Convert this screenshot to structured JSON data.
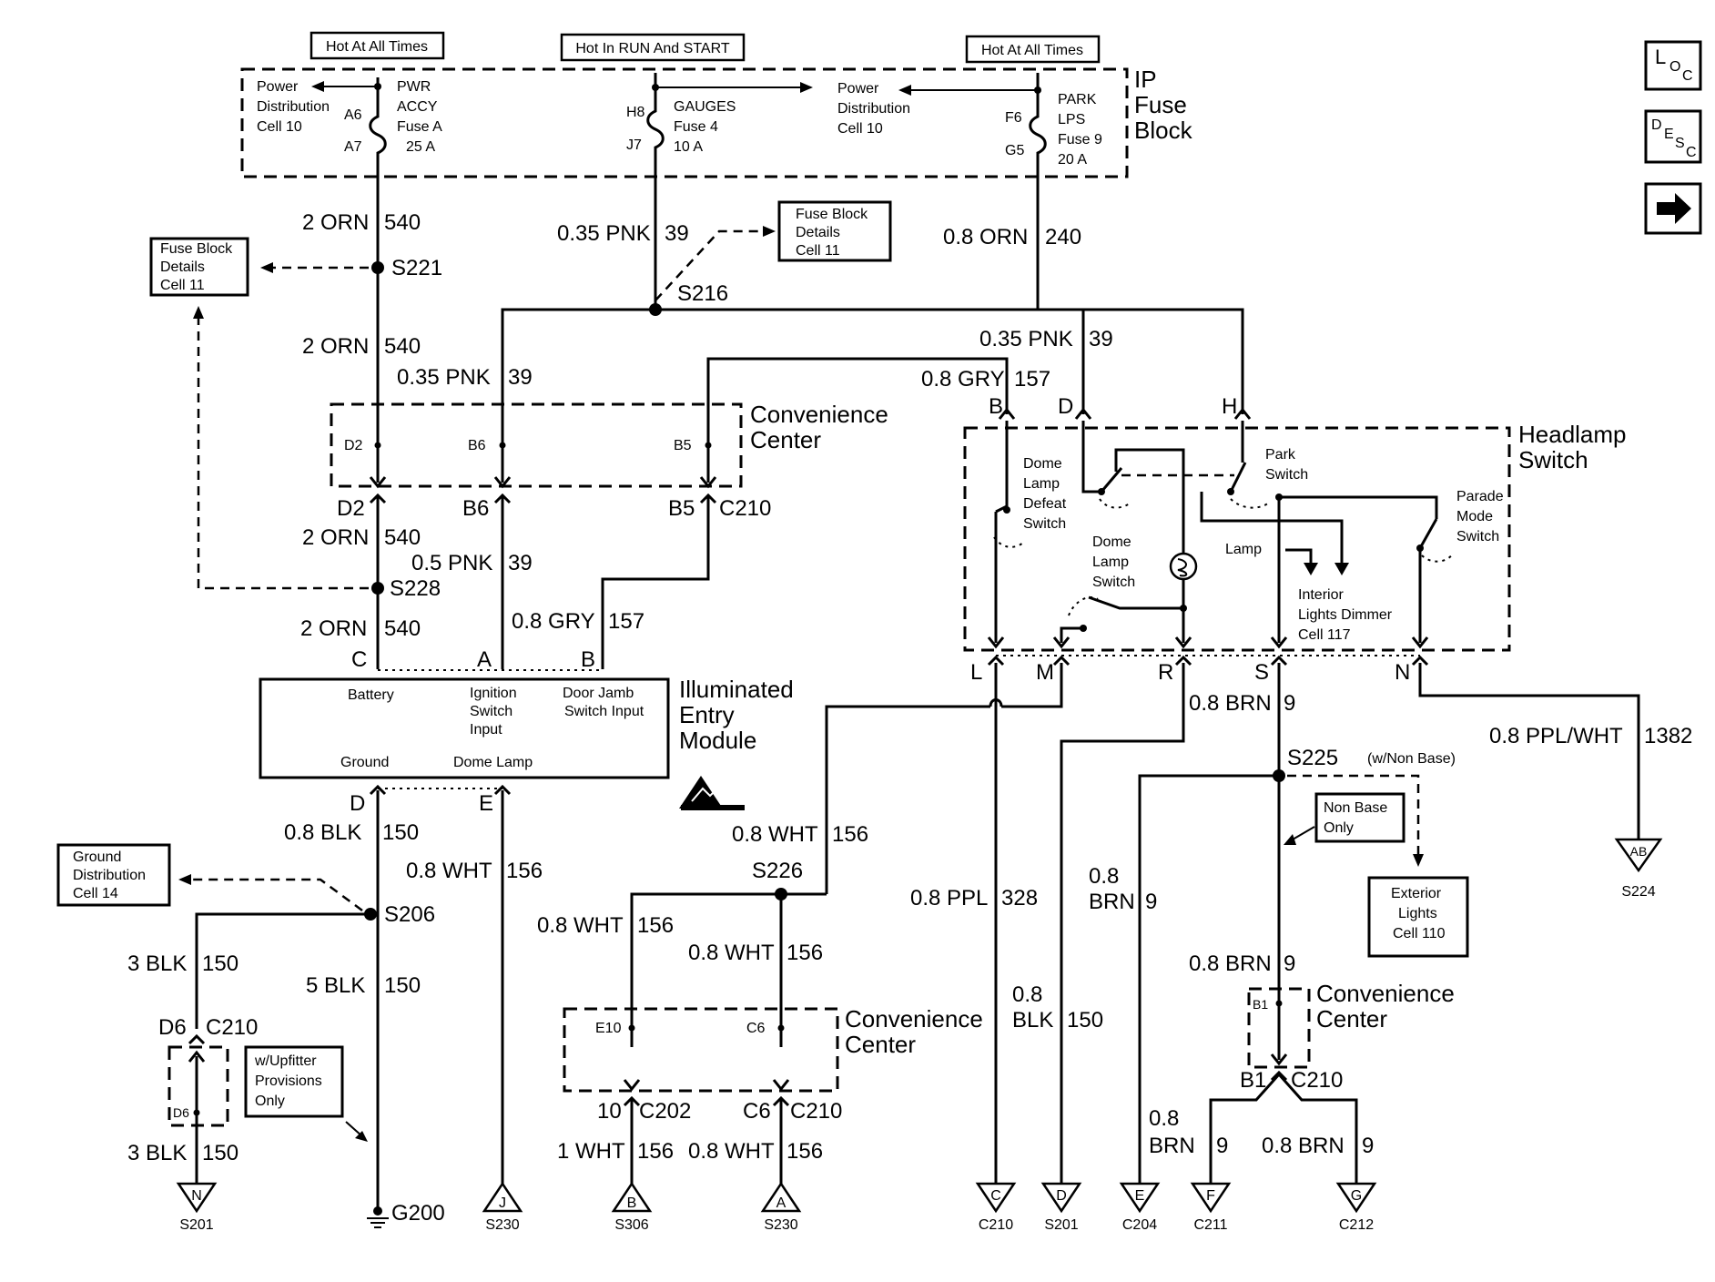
{
  "top_labels": {
    "hot_left": "Hot At All Times",
    "hot_run": "Hot In RUN And START",
    "hot_right": "Hot At All Times"
  },
  "fuse_block": {
    "title_1": "IP",
    "title_2": "Fuse",
    "title_3": "Block",
    "pd_left_1": "Power",
    "pd_left_2": "Distribution",
    "pd_left_3": "Cell 10",
    "pwr_accy_1": "PWR",
    "pwr_accy_2": "ACCY",
    "pwr_accy_3": "Fuse A",
    "pwr_accy_4": "25 A",
    "pin_a6": "A6",
    "pin_a7": "A7",
    "pin_h8": "H8",
    "pin_j7": "J7",
    "gauges_1": "GAUGES",
    "gauges_2": "Fuse 4",
    "gauges_3": "10 A",
    "pd_mid_1": "Power",
    "pd_mid_2": "Distribution",
    "pd_mid_3": "Cell 10",
    "pin_f6": "F6",
    "pin_g5": "G5",
    "park_1": "PARK",
    "park_2": "LPS",
    "park_3": "Fuse 9",
    "park_4": "20 A"
  },
  "wires": {
    "w1_size": "2 ORN",
    "w1_num": "540",
    "w2_size": "2 ORN",
    "w2_num": "540",
    "w3_size": "2 ORN",
    "w3_num": "540",
    "w4_size": "2 ORN",
    "w4_num": "540",
    "pnk1_size": "0.35 PNK",
    "pnk1_num": "39",
    "pnk2_size": "0.35 PNK",
    "pnk2_num": "39",
    "pnk3_size": "0.35 PNK",
    "pnk3_num": "39",
    "pnk4_size": "0.5 PNK",
    "pnk4_num": "39",
    "orn240_size": "0.8 ORN",
    "orn240_num": "240",
    "gry1_size": "0.8 GRY",
    "gry1_num": "157",
    "gry2_size": "0.8 GRY",
    "gry2_num": "157",
    "blk150_size": "0.8 BLK",
    "blk150_num": "150",
    "wht156_e_size": "0.8 WHT",
    "wht156_e_num": "156",
    "blk3_size": "3 BLK",
    "blk3_num": "150",
    "blk5_size": "5 BLK",
    "blk5_num": "150",
    "blk3b_size": "3 BLK",
    "blk3b_num": "150",
    "wht_m_size": "0.8 WHT",
    "wht_m_num": "156",
    "wht_a_size": "0.8 WHT",
    "wht_a_num": "156",
    "wht_b_size": "0.8 WHT",
    "wht_b_num": "156",
    "wht1_size": "1 WHT",
    "wht1_num": "156",
    "wht_c_size": "0.8 WHT",
    "wht_c_num": "156",
    "ppl_size": "0.8 PPL",
    "ppl_num": "328",
    "blk_r_size_1": "0.8",
    "blk_r_size_2": "BLK",
    "blk_r_num": "150",
    "brn_s_size": "0.8 BRN",
    "brn_s_num": "9",
    "brn_e_size_1": "0.8",
    "brn_e_size_2": "BRN",
    "brn_e_num": "9",
    "brn_b_size": "0.8 BRN",
    "brn_b_num": "9",
    "brn_f_size_1": "0.8",
    "brn_f_size_2": "BRN",
    "brn_f_num": "9",
    "brn_g_size": "0.8 BRN",
    "brn_g_num": "9",
    "pplwht_size": "0.8 PPL/WHT",
    "pplwht_num": "1382"
  },
  "splices": {
    "s221": "S221",
    "s216": "S216",
    "s228": "S228",
    "s206": "S206",
    "s226": "S226",
    "s225": "S225",
    "s225_note": "(w/Non Base)"
  },
  "refs": {
    "fbd_left_1": "Fuse Block",
    "fbd_left_2": "Details",
    "fbd_left_3": "Cell 11",
    "fbd_mid_1": "Fuse Block",
    "fbd_mid_2": "Details",
    "fbd_mid_3": "Cell 11",
    "gnd_1": "Ground",
    "gnd_2": "Distribution",
    "gnd_3": "Cell 14",
    "upf_1": "w/Upfitter",
    "upf_2": "Provisions",
    "upf_3": "Only",
    "nonbase_1": "Non Base",
    "nonbase_2": "Only",
    "ext_1": "Exterior",
    "ext_2": "Lights",
    "ext_3": "Cell 110"
  },
  "conv_center_top": {
    "title_1": "Convenience",
    "title_2": "Center",
    "pin_d2": "D2",
    "pin_b6": "B6",
    "pin_b5": "B5",
    "out_d2": "D2",
    "out_b6": "B6",
    "out_b5": "B5",
    "conn": "C210"
  },
  "module": {
    "title_1": "Illuminated",
    "title_2": "Entry",
    "title_3": "Module",
    "pin_c": "C",
    "pin_a": "A",
    "pin_b": "B",
    "pin_d": "D",
    "pin_e": "E",
    "battery": "Battery",
    "ign_1": "Ignition",
    "ign_2": "Switch",
    "ign_3": "Input",
    "door_1": "Door Jamb",
    "door_2": "Switch Input",
    "ground": "Ground",
    "dome": "Dome Lamp"
  },
  "headlamp": {
    "title_1": "Headlamp",
    "title_2": "Switch",
    "pin_b": "B",
    "pin_d": "D",
    "pin_h": "H",
    "dome_def_1": "Dome",
    "dome_def_2": "Lamp",
    "dome_def_3": "Defeat",
    "dome_def_4": "Switch",
    "park_1": "Park",
    "park_2": "Switch",
    "parade_1": "Parade",
    "parade_2": "Mode",
    "parade_3": "Switch",
    "dome_sw_1": "Dome",
    "dome_sw_2": "Lamp",
    "dome_sw_3": "Switch",
    "lamp": "Lamp",
    "dimmer_1": "Interior",
    "dimmer_2": "Lights Dimmer",
    "dimmer_3": "Cell 117",
    "out_l": "L",
    "out_m": "M",
    "out_r": "R",
    "out_s": "S",
    "out_n": "N"
  },
  "conn_d6": {
    "pin": "D6",
    "conn": "C210",
    "inner": "D6"
  },
  "conv_center_bottom": {
    "title_1": "Convenience",
    "title_2": "Center",
    "pin_e10": "E10",
    "pin_c6": "C6",
    "out_10": "10",
    "conn_c202": "C202",
    "out_c6": "C6",
    "conn_c210": "C210"
  },
  "conv_center_right": {
    "title_1": "Convenience",
    "title_2": "Center",
    "pin_b1": "B1",
    "out_b1": "B1",
    "conn": "C210"
  },
  "ground": {
    "g200": "G200"
  },
  "terminals": {
    "n_letter": "N",
    "n_label": "S201",
    "j_letter": "J",
    "j_label": "S230",
    "b_letter": "B",
    "b_label": "S306",
    "a_letter": "A",
    "a_label": "S230",
    "c_letter": "C",
    "c_label": "C210",
    "d_letter": "D",
    "d_label": "S201",
    "e_letter": "E",
    "e_label": "C204",
    "f_letter": "F",
    "f_label": "C211",
    "g_letter": "G",
    "g_label": "C212",
    "ab_letter": "AB",
    "ab_label": "S224"
  },
  "nav": {
    "loc_l": "L",
    "loc_o": "O",
    "loc_c": "C",
    "desc_d": "D",
    "desc_e": "E",
    "desc_s": "S",
    "desc_c": "C",
    "next_arrow": "➡"
  }
}
